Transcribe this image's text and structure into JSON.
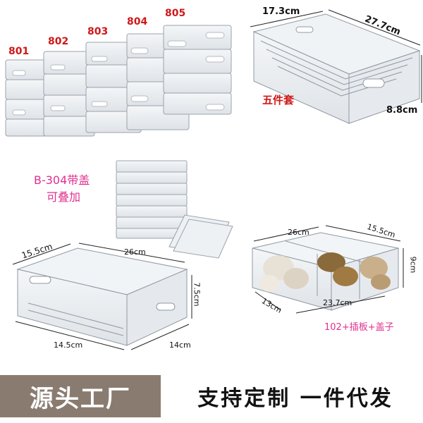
{
  "models": {
    "m801": "801",
    "m802": "802",
    "m803": "803",
    "m804": "804",
    "m805": "805"
  },
  "set_box": {
    "width": "17.3cm",
    "length": "27.7cm",
    "height": "8.8cm",
    "label": "五件套"
  },
  "stack_product": {
    "line1": "B-304带盖",
    "line2": "可叠加"
  },
  "single_box": {
    "width": "15.5cm",
    "length": "26cm",
    "height": "7.5cm",
    "bottom_length": "14.5cm",
    "bottom_width": "14cm"
  },
  "divider_box": {
    "length": "26cm",
    "width": "15.5cm",
    "height": "9cm",
    "bottom_width": "13cm",
    "bottom_length": "23.7cm",
    "caption": "102+插板+盖子"
  },
  "footer": {
    "left_text": "源头工厂",
    "right_text": "支持定制 一件代发"
  },
  "colors": {
    "model_red": "#d01818",
    "caption_pink": "#e0308f",
    "footer_brown": "#8a7b70"
  }
}
